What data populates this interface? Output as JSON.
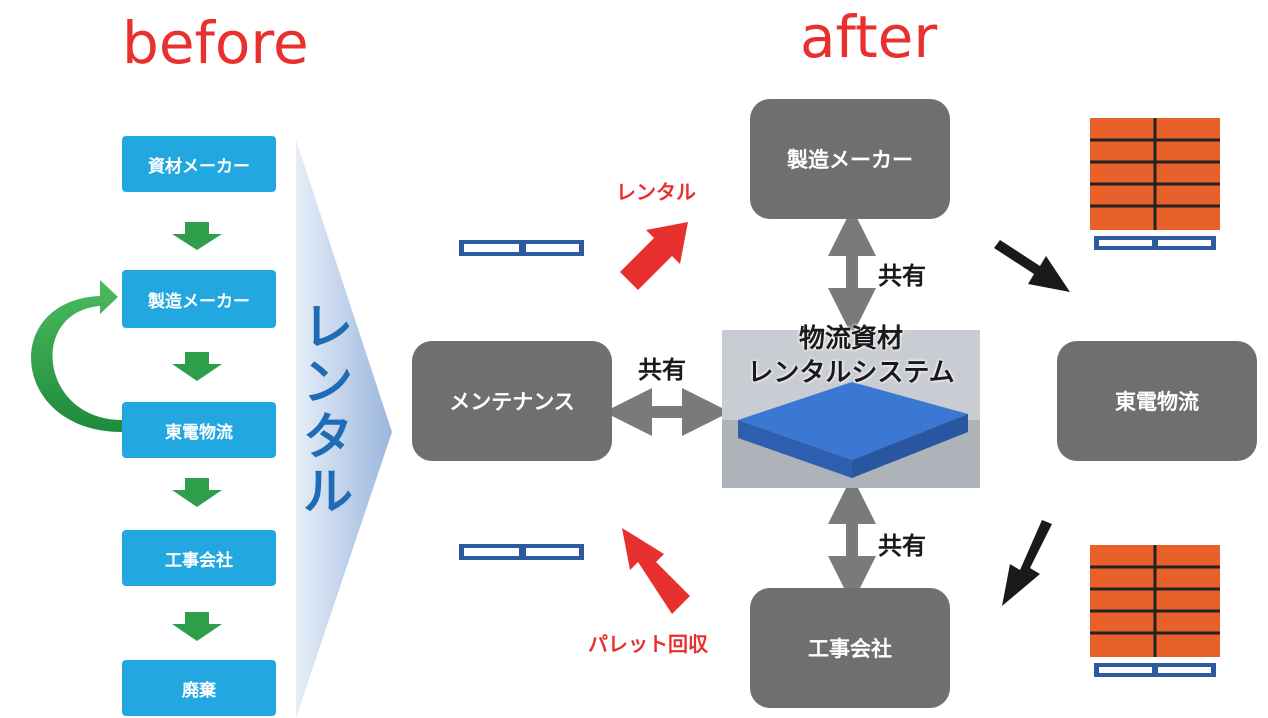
{
  "before": {
    "title": "before",
    "steps": [
      "資材メーカー",
      "製造メーカー",
      "東電物流",
      "工事会社",
      "廃棄"
    ],
    "rental_label": "レンタル"
  },
  "after": {
    "title": "after",
    "center": {
      "line1": "物流資材",
      "line2": "レンタルシステム"
    },
    "nodes": {
      "manufacturer": "製造メーカー",
      "maintenance": "メンテナンス",
      "logistics": "東電物流",
      "construction": "工事会社"
    },
    "share_label": "共有",
    "rental_label": "レンタル",
    "return_label": "パレット回収"
  },
  "colors": {
    "title_red": "#e8302f",
    "step_blue": "#22a7e0",
    "green_arrow": "#2e9e4a",
    "node_grey": "#6f6f72",
    "rental_blue": "#1f6bb5",
    "red_arrow": "#e8302f",
    "pallet_blue": "#2c5aa0",
    "cargo_orange": "#e8602a"
  }
}
